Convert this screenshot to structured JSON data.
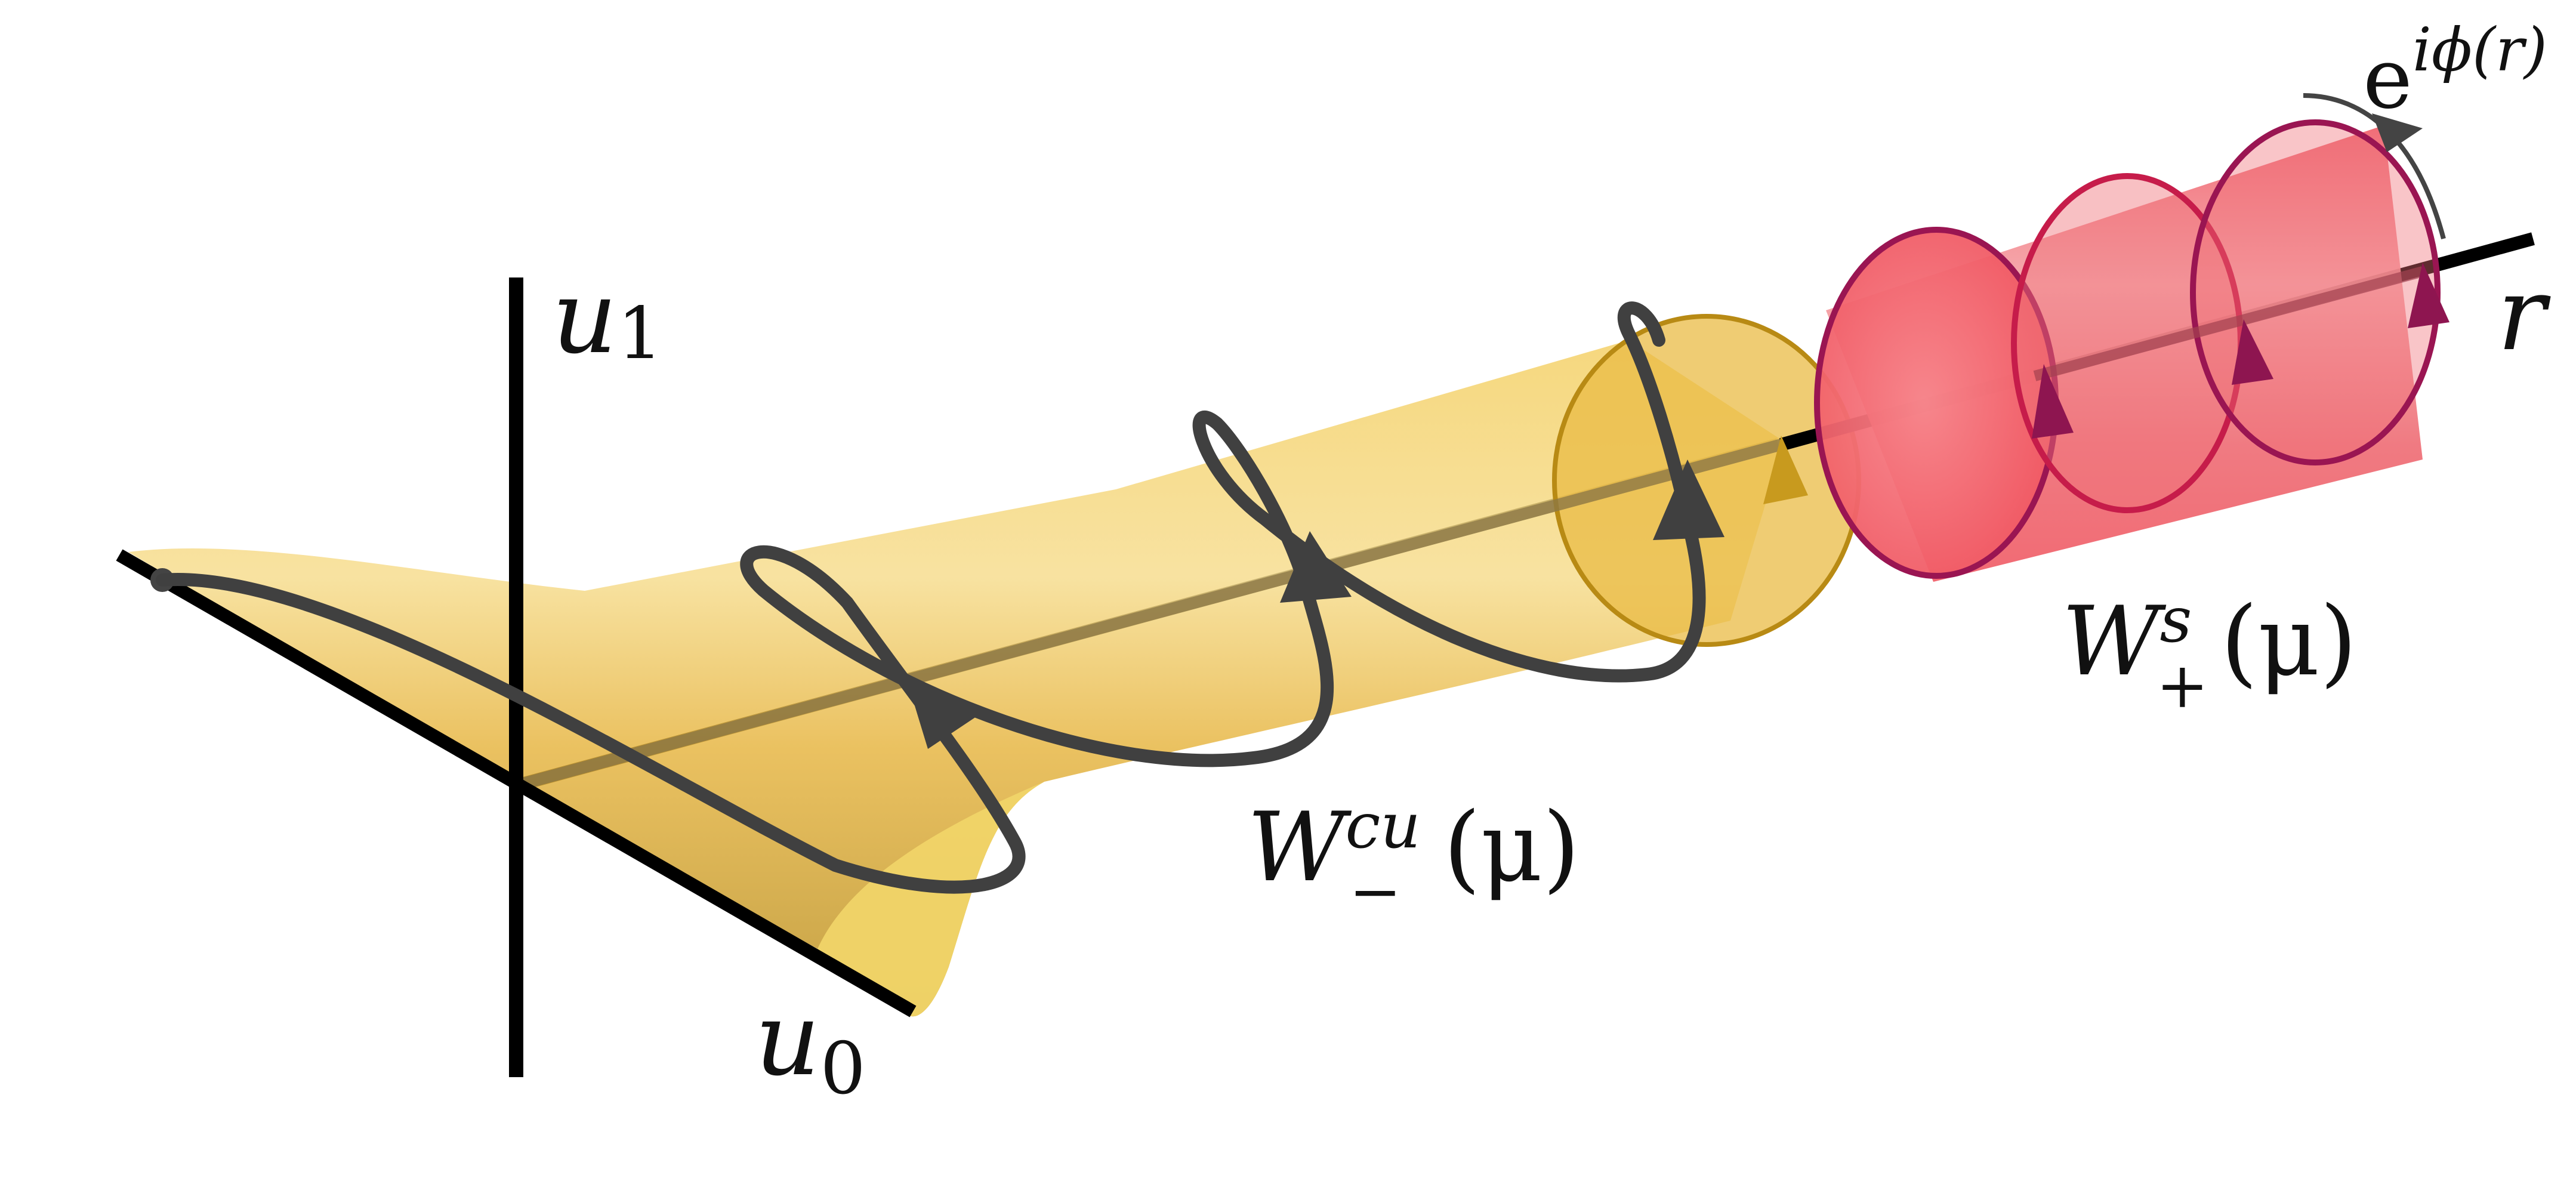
{
  "axes": {
    "u1": {
      "letter": "u",
      "sub": "1"
    },
    "u0": {
      "letter": "u",
      "sub": "0"
    },
    "r": {
      "letter": "r"
    }
  },
  "manifolds": {
    "center_unstable": {
      "script": "W",
      "sup": "cu",
      "sub": "−",
      "arg": "(μ)"
    },
    "stable": {
      "script": "W",
      "sup": "s",
      "sub": "+",
      "arg": "(μ)"
    }
  },
  "phase": {
    "base": "e",
    "exponent": "iϕ(r)"
  },
  "colors": {
    "yellow_surface": "#e8b23a",
    "yellow_light": "#f2d46a",
    "yellow_dark": "#b88a14",
    "red_tube": "#f26470",
    "red_edge": "#9a1552",
    "helix": "#404040",
    "axis": "#000000"
  }
}
